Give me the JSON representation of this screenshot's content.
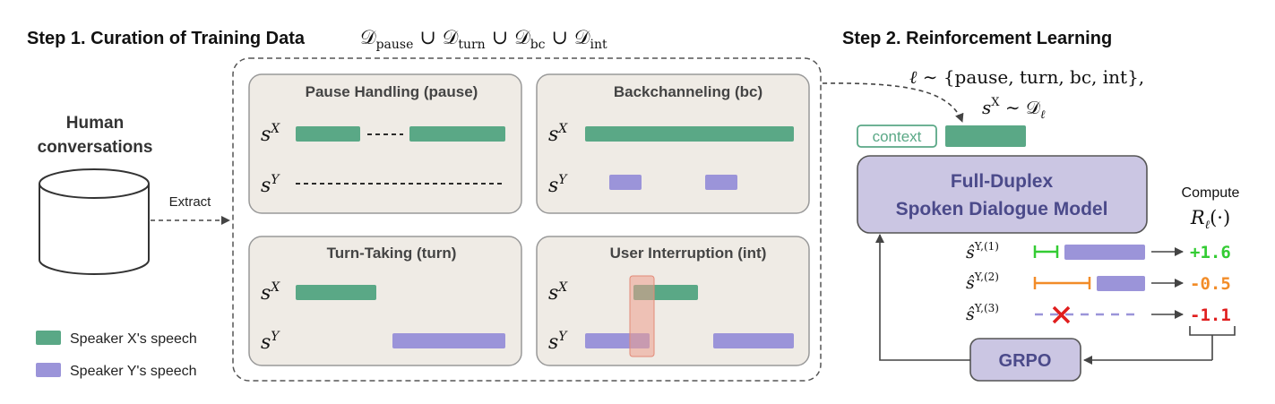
{
  "step1": {
    "title": "Step 1. Curation of Training Data",
    "formula": "𝒟pause ∪ 𝒟turn ∪ 𝒟bc ∪ 𝒟int"
  },
  "step2": {
    "title": "Step 2. Reinforcement Learning",
    "sample_line1": "ℓ ∼ {pause, turn, bc, int},",
    "sample_line2": "sX ∼ 𝒟ℓ"
  },
  "source": {
    "label_line1": "Human",
    "label_line2": "conversations",
    "extract_label": "Extract"
  },
  "panels": {
    "pause": {
      "title": "Pause Handling (pause)"
    },
    "bc": {
      "title": "Backchanneling (bc)"
    },
    "turn": {
      "title": "Turn-Taking (turn)"
    },
    "int": {
      "title": "User Interruption (int)"
    }
  },
  "speakers": {
    "x": "sX",
    "y": "sY"
  },
  "legend": {
    "x_label": "Speaker X's speech",
    "y_label": "Speaker Y's speech"
  },
  "model": {
    "context_label": "context",
    "name_line1": "Full-Duplex",
    "name_line2": "Spoken Dialogue Model",
    "compute_label": "Compute",
    "reward_fn": "Rℓ(·)",
    "grpo_label": "GRPO"
  },
  "rollouts": [
    {
      "label": "ŝY,(1)",
      "reward": "+1.6",
      "reward_color": "#33cc33"
    },
    {
      "label": "ŝY,(2)",
      "reward": "-0.5",
      "reward_color": "#f28c28"
    },
    {
      "label": "ŝY,(3)",
      "reward": "-1.1",
      "reward_color": "#e01e1e"
    }
  ],
  "colors": {
    "speaker_x": "#5aa886",
    "speaker_y": "#9b94d9",
    "panel_bg": "#efebe5",
    "model_bg": "#cbc6e3",
    "interrupt_highlight": "#ec9f8e"
  }
}
